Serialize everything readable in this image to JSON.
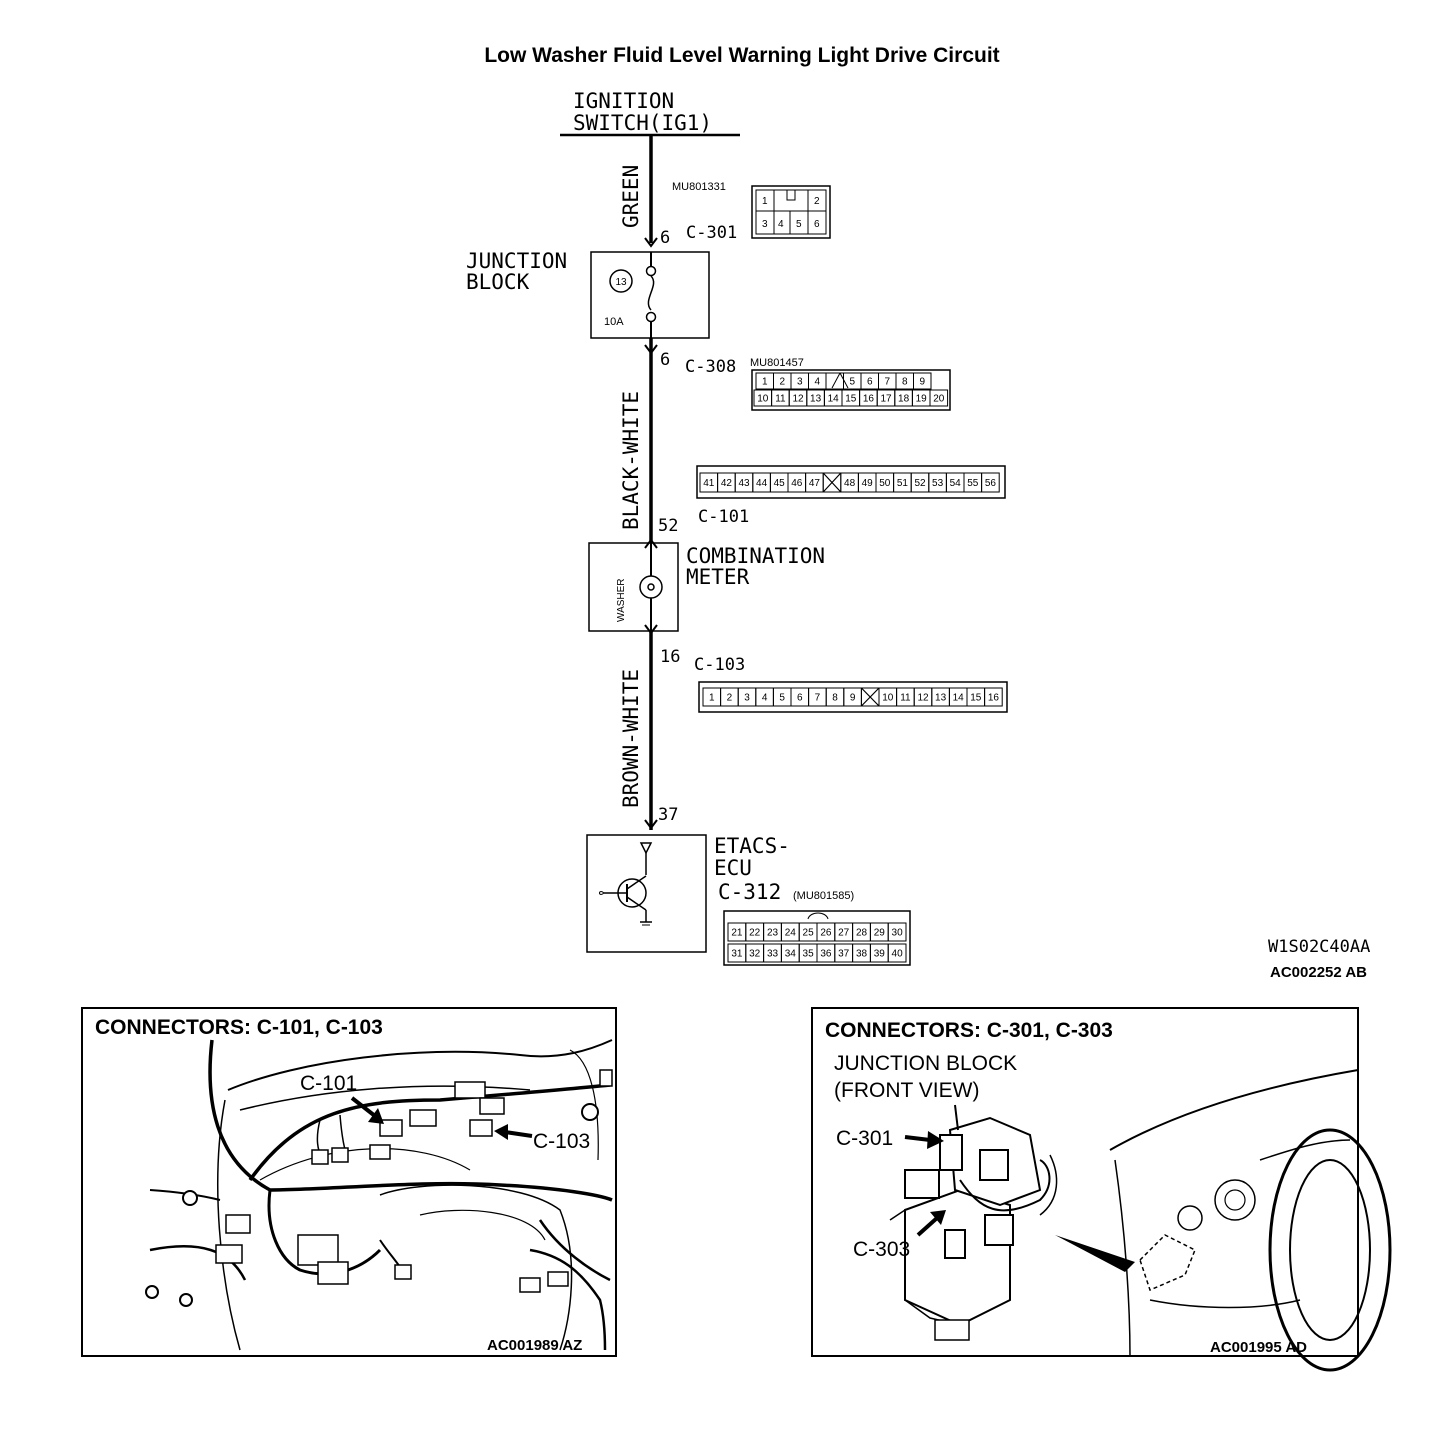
{
  "title": "Low Washer Fluid Level Warning Light Drive Circuit",
  "ignition_switch": {
    "line1": "IGNITION",
    "line2": "SWITCH(IG1)"
  },
  "wires": [
    {
      "color": "GREEN"
    },
    {
      "color": "BLACK-WHITE"
    },
    {
      "color": "BROWN-WHITE"
    }
  ],
  "connectors": {
    "c301": {
      "name": "C-301",
      "pin": "6",
      "part": "MU801331",
      "pins_top": [
        "1",
        "",
        "2"
      ],
      "pins_bottom": [
        "3",
        "4",
        "5",
        "6"
      ]
    },
    "c308": {
      "name": "C-308",
      "pin": "6",
      "part": "MU801457",
      "pins_top": [
        "1",
        "2",
        "3",
        "4",
        "",
        "5",
        "6",
        "7",
        "8",
        "9"
      ],
      "pins_bottom": [
        "10",
        "11",
        "12",
        "13",
        "14",
        "15",
        "16",
        "17",
        "18",
        "19",
        "20"
      ]
    },
    "c101": {
      "name": "C-101",
      "pin": "52",
      "pins": [
        "41",
        "42",
        "43",
        "44",
        "45",
        "46",
        "47",
        "",
        "48",
        "49",
        "50",
        "51",
        "52",
        "53",
        "54",
        "55",
        "56"
      ]
    },
    "c103": {
      "name": "C-103",
      "pin": "16",
      "pins": [
        "1",
        "2",
        "3",
        "4",
        "5",
        "6",
        "7",
        "8",
        "9",
        "",
        "10",
        "11",
        "12",
        "13",
        "14",
        "15",
        "16"
      ]
    },
    "c312": {
      "name": "C-312",
      "pin": "37",
      "part": "(MU801585)",
      "pins_top": [
        "21",
        "22",
        "23",
        "24",
        "25",
        "26",
        "27",
        "28",
        "29",
        "30"
      ],
      "pins_bottom": [
        "31",
        "32",
        "33",
        "34",
        "35",
        "36",
        "37",
        "38",
        "39",
        "40"
      ]
    }
  },
  "junction_block": {
    "line1": "JUNCTION",
    "line2": "BLOCK",
    "fuse_number": "13",
    "fuse_rating": "10A"
  },
  "combination_meter": {
    "line1": "COMBINATION",
    "line2": "METER",
    "lamp_label": "WASHER"
  },
  "etacs": {
    "line1": "ETACS-",
    "line2": "ECU"
  },
  "codes": {
    "code1": "W1S02C40AA",
    "code2": "AC002252 AB"
  },
  "panel_left": {
    "heading": "CONNECTORS: C-101, C-103",
    "callout1": "C-101",
    "callout2": "C-103",
    "code": "AC001989 AZ"
  },
  "panel_right": {
    "heading": "CONNECTORS: C-301, C-303",
    "sub1": "JUNCTION BLOCK",
    "sub2": "(FRONT VIEW)",
    "callout1": "C-301",
    "callout2": "C-303",
    "code": "AC001995 AD"
  }
}
